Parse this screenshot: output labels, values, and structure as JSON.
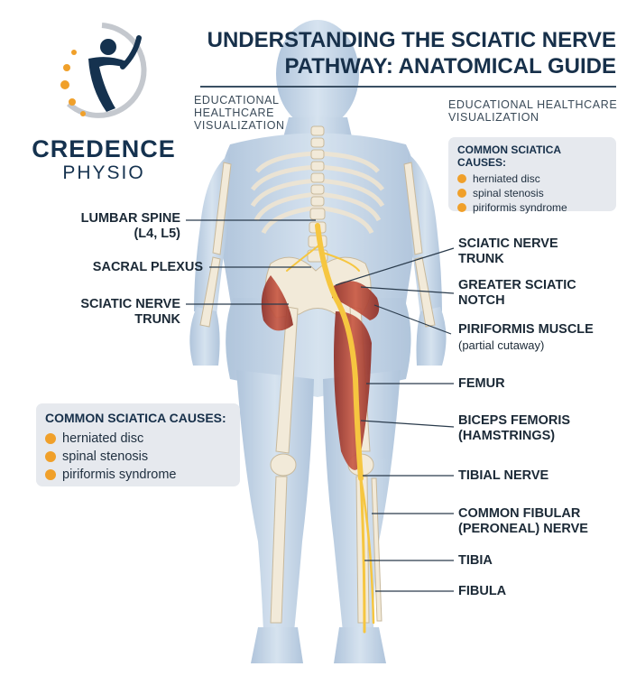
{
  "brand": {
    "name": "CREDENCE",
    "subtitle": "PHYSIO",
    "logo_icon": "runner-figure-logo",
    "colors": {
      "navy": "#15324f",
      "orange": "#f0a02a"
    }
  },
  "title": "UNDERSTANDING THE SCIATIC NERVE PATHWAY: ANATOMICAL GUIDE",
  "edu_left": "EDUCATIONAL HEALTHCARE VISUALIZATION",
  "edu_right": "EDUCATIONAL HEALTHCARE VISUALIZATION",
  "causes_right": {
    "title": "COMMON SCIATICA CAUSES:",
    "items": [
      "herniated disc",
      "spinal stenosis",
      "piriformis syndrome"
    ]
  },
  "causes_left": {
    "title": "COMMON SCIATICA CAUSES:",
    "items": [
      "herniated disc",
      "spinal stenosis",
      "piriformis syndrome"
    ]
  },
  "labels_left": [
    {
      "line1": "LUMBAR SPINE",
      "line2": "(L4, L5)"
    },
    {
      "line1": "SACRAL PLEXUS",
      "line2": ""
    },
    {
      "line1": "SCIATIC NERVE",
      "line2": "TRUNK"
    }
  ],
  "labels_right": [
    {
      "line1": "SCIATIC NERVE",
      "line2": "TRUNK"
    },
    {
      "line1": "GREATER SCIATIC",
      "line2": "NOTCH"
    },
    {
      "line1": "PIRIFORMIS MUSCLE",
      "note": "(partial cutaway)"
    },
    {
      "line1": "FEMUR",
      "line2": ""
    },
    {
      "line1": "BICEPS FEMORIS",
      "line2": "(HAMSTRINGS)"
    },
    {
      "line1": "TIBIAL NERVE",
      "line2": ""
    },
    {
      "line1": "COMMON FIBULAR",
      "line2": "(PERONEAL) NERVE"
    },
    {
      "line1": "TIBIA",
      "line2": ""
    },
    {
      "line1": "FIBULA",
      "line2": ""
    }
  ],
  "colors": {
    "body": "#bcd0e6",
    "bone": "#f2ead9",
    "muscle": "#b8463a",
    "nerve": "#f6c640",
    "leader": "#2a3b4c",
    "callout_bg": "#e6e9ee"
  }
}
